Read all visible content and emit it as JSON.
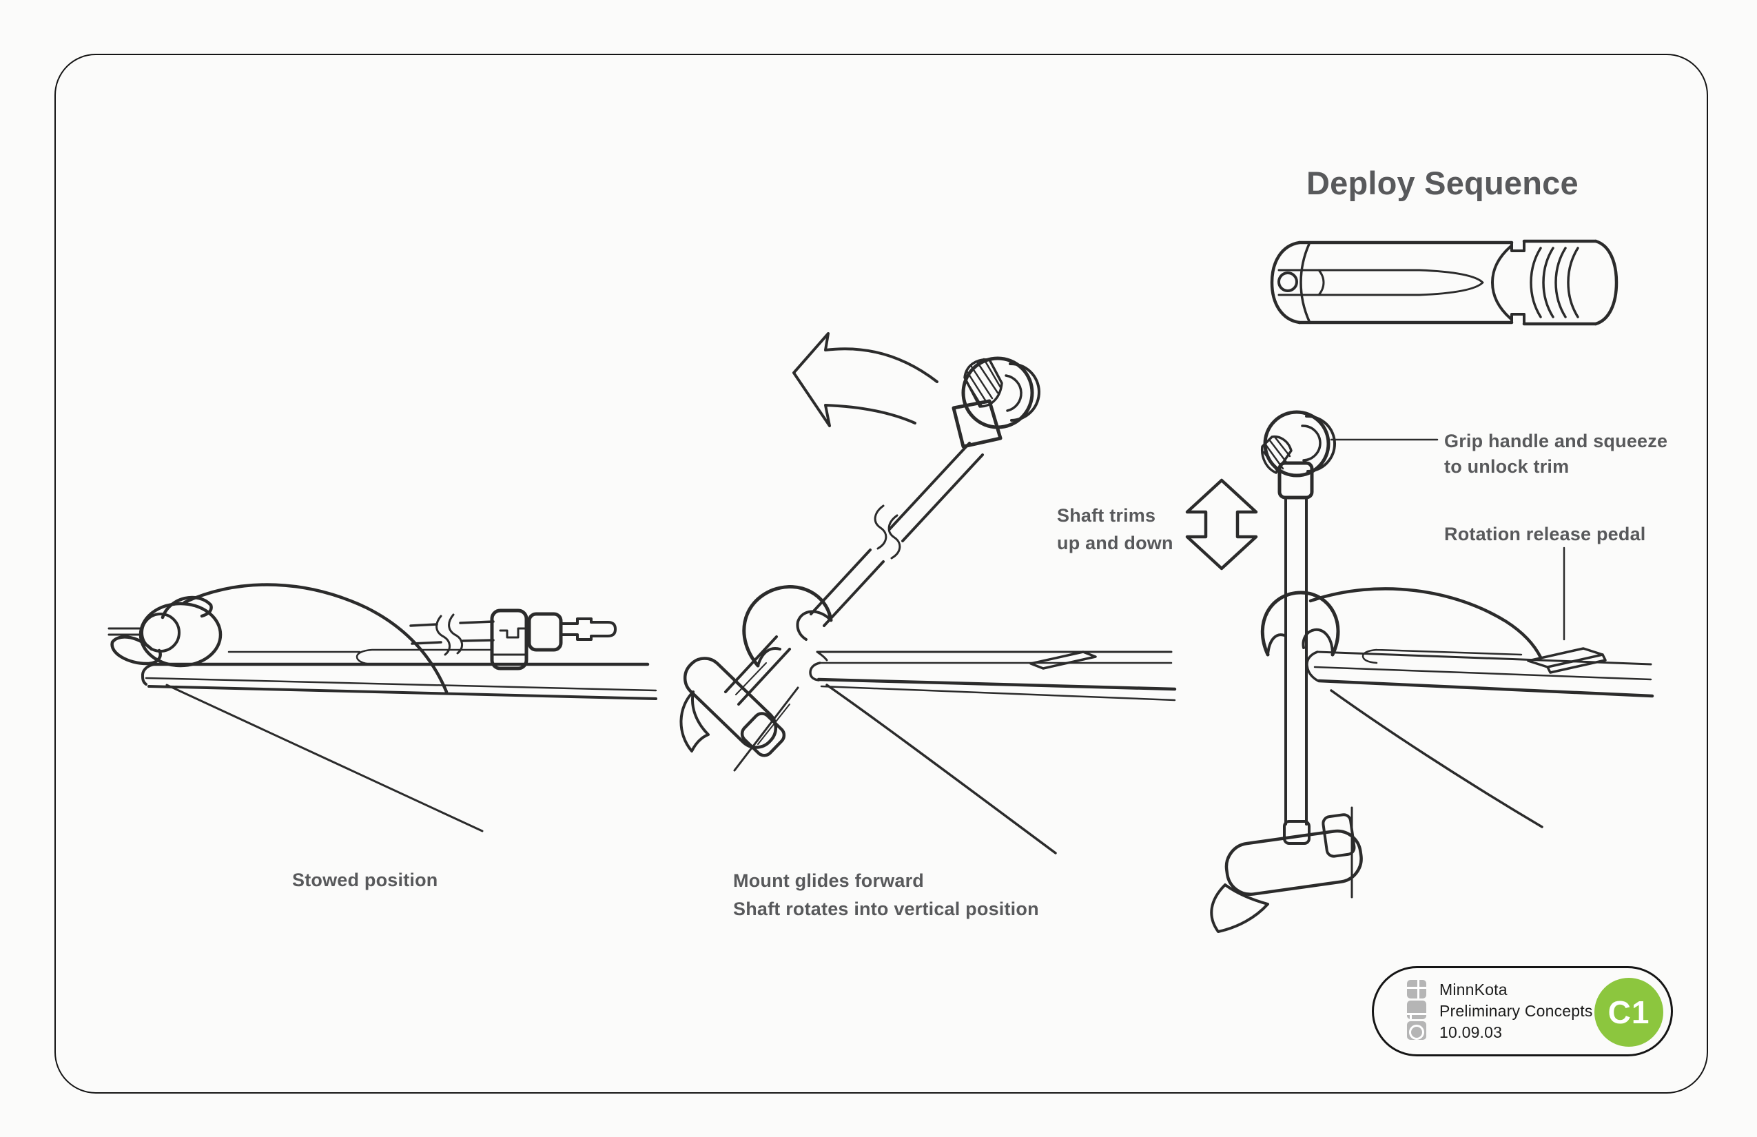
{
  "title": "Deploy Sequence",
  "colors": {
    "label_gray": "#58595b",
    "ink": "#2b2b2b",
    "accent_green": "#8cc63e",
    "logo_gray": "#b5b5b5"
  },
  "captions": {
    "stowed": "Stowed position",
    "deploying": [
      "Mount glides forward",
      "Shaft rotates into vertical position"
    ]
  },
  "annotations": {
    "shaft_trims": [
      "Shaft trims",
      "up and down"
    ],
    "grip": [
      "Grip handle and squeeze",
      "to unlock trim"
    ],
    "rotation_pedal": "Rotation release pedal"
  },
  "badge": {
    "company": "MinnKota",
    "subtitle": "Preliminary Concepts",
    "date": "10.09.03",
    "concept_code": "C1"
  }
}
